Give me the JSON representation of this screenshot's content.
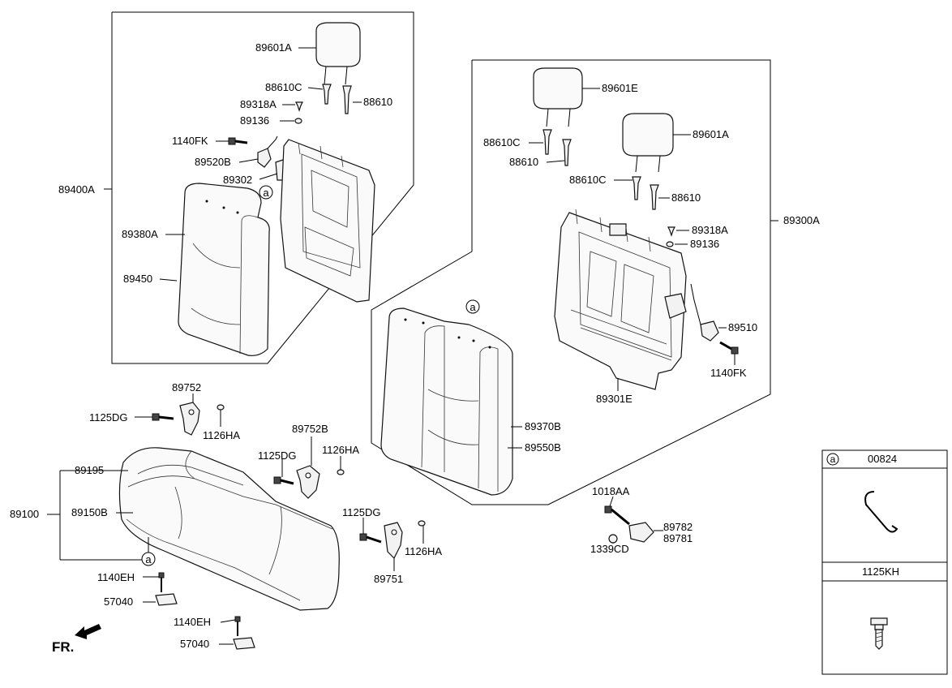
{
  "labels": {
    "89601A_top": "89601A",
    "88610C_left": "88610C",
    "88610_left": "88610",
    "89318A_left": "89318A",
    "89136_left": "89136",
    "1140FK_left": "1140FK",
    "89520B": "89520B",
    "89302": "89302",
    "89400A": "89400A",
    "89380A": "89380A",
    "89450": "89450",
    "89601E": "89601E",
    "88610C_r1": "88610C",
    "88610_r1": "88610",
    "89601A_right": "89601A",
    "88610C_r2": "88610C",
    "88610_r2": "88610",
    "89318A_right": "89318A",
    "89136_right": "89136",
    "89300A": "89300A",
    "89510": "89510",
    "1140FK_right": "1140FK",
    "89301E": "89301E",
    "89370B": "89370B",
    "89550B": "89550B",
    "89752": "89752",
    "1125DG_1": "1125DG",
    "1126HA_1": "1126HA",
    "89752B": "89752B",
    "1125DG_2": "1125DG",
    "1126HA_2": "1126HA",
    "89195": "89195",
    "89100": "89100",
    "89150B": "89150B",
    "1125DG_3": "1125DG",
    "1126HA_3": "1126HA",
    "89751": "89751",
    "1140EH_1": "1140EH",
    "57040_1": "57040",
    "1140EH_2": "1140EH",
    "57040_2": "57040",
    "1018AA": "1018AA",
    "1339CD": "1339CD",
    "89782": "89782",
    "89781": "89781",
    "fr": "FR."
  },
  "callout_marker": "a",
  "legend": {
    "marker": "a",
    "code_top": "00824",
    "code_bottom": "1125KH"
  }
}
